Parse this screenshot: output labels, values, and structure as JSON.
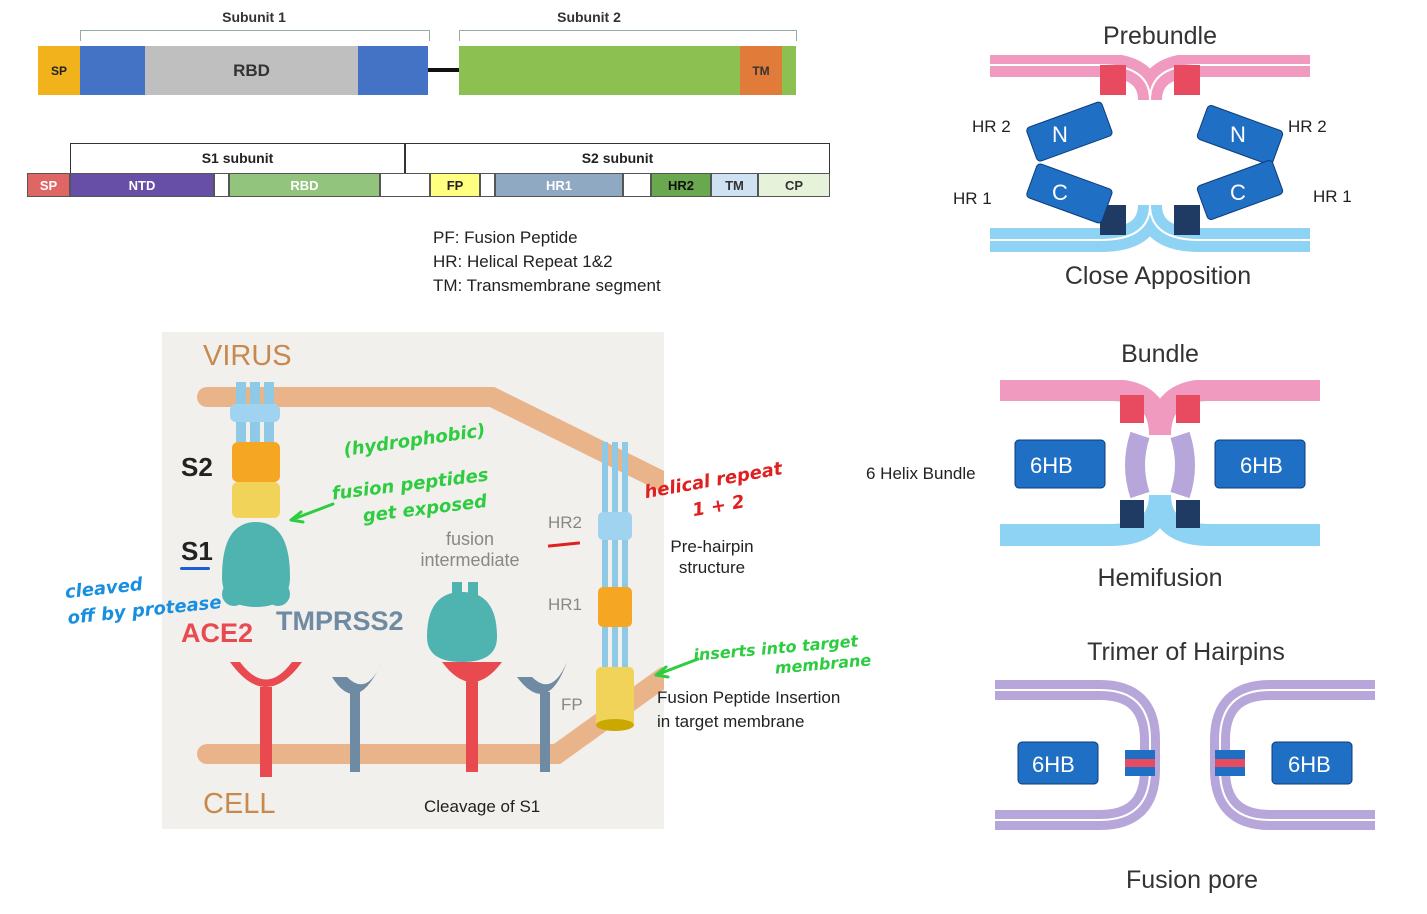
{
  "bar1": {
    "subunit1_label": "Subunit 1",
    "subunit2_label": "Subunit 2",
    "sp": "SP",
    "rbd": "RBD",
    "tm": "TM",
    "colors": {
      "sp": "#f2b21c",
      "blue": "#4472c4",
      "rbd": "#bfbfbf",
      "green": "#8cc152",
      "tm": "#e07b39"
    }
  },
  "bar2": {
    "s1_label": "S1 subunit",
    "s2_label": "S2 subunit",
    "segments": [
      "SP",
      "NTD",
      "RBD",
      "FP",
      "HR1",
      "HR2",
      "TM",
      "CP"
    ]
  },
  "legend": {
    "line1": "PF: Fusion Peptide",
    "line2": "HR: Helical Repeat 1&2",
    "line3": "TM: Transmembrane segment"
  },
  "diagram": {
    "virus": "VIRUS",
    "cell": "CELL",
    "s2": "S2",
    "s1": "S1",
    "ace2": "ACE2",
    "tmprss2": "TMPRSS2",
    "fusion_intermediate_1": "fusion",
    "fusion_intermediate_2": "intermediate",
    "hr2": "HR2",
    "hr1": "HR1",
    "fp": "FP",
    "pre_hairpin_1": "Pre-hairpin",
    "pre_hairpin_2": "structure",
    "fp_insert_1": "Fusion Peptide Insertion",
    "fp_insert_2": "in target membrane",
    "cleavage": "Cleavage of S1"
  },
  "annotations": {
    "hydrophobic": "(hydrophobic)",
    "fusion_peptides_1": "fusion peptides",
    "fusion_peptides_2": "get exposed",
    "cleaved_1": "cleaved",
    "cleaved_2": "off by protease",
    "helical_1": "helical repeat",
    "helical_2": "1 + 2",
    "inserts_1": "inserts into target",
    "inserts_2": "membrane"
  },
  "stages": {
    "prebundle": "Prebundle",
    "close_apposition": "Close Apposition",
    "hr2_left": "HR 2",
    "hr2_right": "HR 2",
    "hr1_left": "HR 1",
    "hr1_right": "HR 1",
    "n": "N",
    "c": "C",
    "bundle": "Bundle",
    "six_helix": "6 Helix Bundle",
    "hb": "6HB",
    "hemifusion": "Hemifusion",
    "trimer": "Trimer of Hairpins",
    "fusion_pore": "Fusion pore"
  }
}
